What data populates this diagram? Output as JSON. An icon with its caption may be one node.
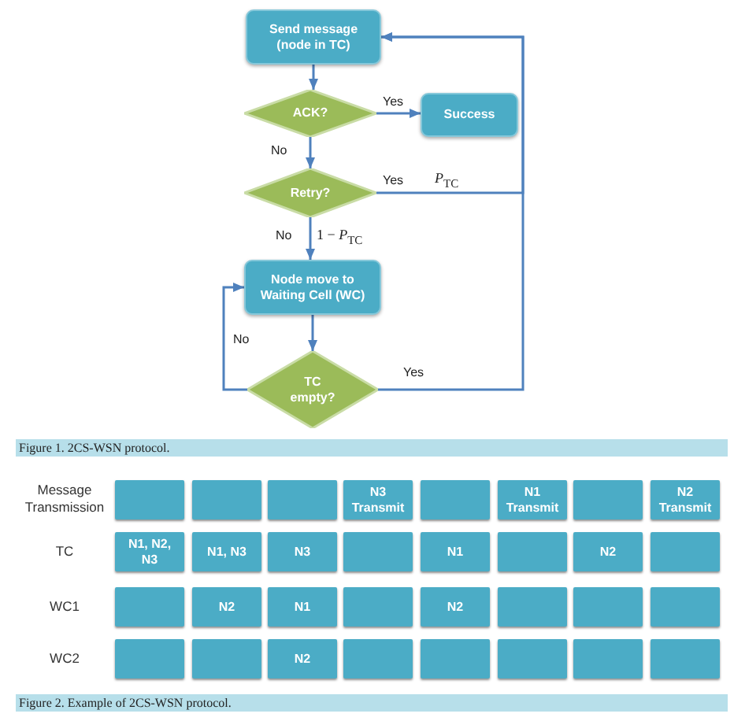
{
  "diagram": {
    "nodes": [
      {
        "text": [
          "Send message (node in TC)"
        ]
      },
      {
        "text": [
          "ACK?"
        ]
      },
      {
        "text": [
          "Success"
        ]
      },
      {
        "text": [
          "Retry?"
        ]
      },
      {
        "text": [
          "Node move to Waiting Cell (WC)"
        ]
      },
      {
        "text": [
          "TC empty?"
        ]
      },
      {
        "text": [],
        "shape": "box"
      },
      {
        "text": [],
        "shape": "box"
      },
      {
        "text": [],
        "shape": "box"
      },
      {
        "text": [
          "N3 Transmit"
        ]
      },
      {
        "text": [],
        "shape": "box"
      },
      {
        "text": [
          "N1 Transmit"
        ]
      },
      {
        "text": [],
        "shape": "box"
      },
      {
        "text": [
          "N2 Transmit"
        ]
      },
      {
        "text": [
          "N1, N2, N3"
        ]
      },
      {
        "text": [
          "N1, N3"
        ]
      },
      {
        "text": [
          "N3"
        ]
      },
      {
        "text": [],
        "shape": "box"
      },
      {
        "text": [
          "N1"
        ]
      },
      {
        "text": [],
        "shape": "box"
      },
      {
        "text": [
          "N2"
        ]
      },
      {
        "text": [],
        "shape": "box"
      },
      {
        "text": [],
        "shape": "box"
      },
      {
        "text": [
          "N2"
        ]
      },
      {
        "text": [
          "N1"
        ]
      },
      {
        "text": [],
        "shape": "box"
      },
      {
        "text": [
          "N2"
        ]
      },
      {
        "text": [],
        "shape": "box"
      },
      {
        "text": [],
        "shape": "box"
      },
      {
        "text": [],
        "shape": "box"
      },
      {
        "text": [],
        "shape": "box"
      },
      {
        "text": [],
        "shape": "box"
      },
      {
        "text": [
          "N2"
        ]
      },
      {
        "text": [],
        "shape": "box"
      },
      {
        "text": [],
        "shape": "box"
      },
      {
        "text": [],
        "shape": "box"
      },
      {
        "text": [],
        "shape": "box"
      },
      {
        "text": [],
        "shape": "box"
      }
    ],
    "edges": [
      {
        "from": 0,
        "to": 1,
        "arrow": "to"
      },
      {
        "from": 1,
        "to": 2,
        "arrow": "to",
        "label": "Yes"
      },
      {
        "from": 1,
        "to": 3,
        "arrow": "to",
        "label": "No"
      },
      {
        "from": 3,
        "to": 0,
        "arrow": "to",
        "label": "Yes"
      },
      {
        "from": 3,
        "to": 4,
        "arrow": "to",
        "label": "No"
      },
      {
        "from": 4,
        "to": 5,
        "arrow": "to"
      },
      {
        "from": 5,
        "to": 4,
        "arrow": "to",
        "label": "No"
      },
      {
        "from": 5,
        "to": 0,
        "arrow": "to",
        "label": "Yes"
      }
    ],
    "labels": [
      "*P*$_{TC}$",
      "1 − *P*$_{TC}$",
      "Figure 1. 2CS-WSN protocol.",
      "Message Transmission",
      "TC",
      "WC1",
      "WC2",
      "Figure 2. Example of 2CS-WSN protocol."
    ]
  }
}
